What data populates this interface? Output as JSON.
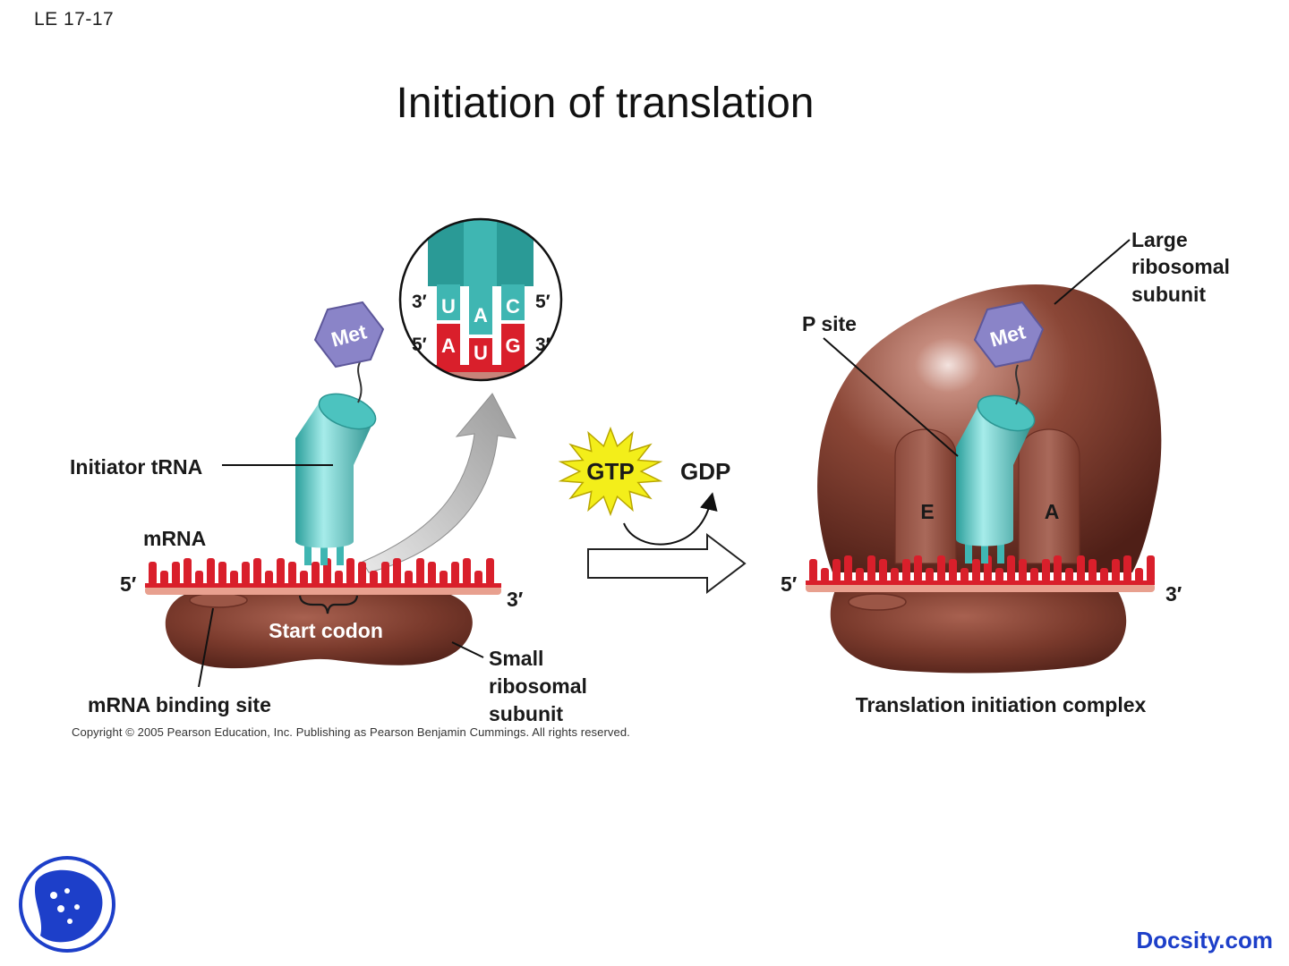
{
  "slide": {
    "id": "LE 17-17",
    "title": "Initiation of translation",
    "copyright": "Copyright © 2005 Pearson Education, Inc. Publishing as Pearson Benjamin Cummings. All rights reserved.",
    "brand": "Docsity.com"
  },
  "left_panel": {
    "met_label": "Met",
    "initiator_trna_label": "Initiator tRNA",
    "mrna_label": "mRNA",
    "five_prime": "5′",
    "three_prime": "3′",
    "start_codon_label": "Start codon",
    "mrna_binding_site_label": "mRNA binding site",
    "small_subunit_label": [
      "Small",
      "ribosomal",
      "subunit"
    ]
  },
  "inset": {
    "anticodon": [
      "U",
      "A",
      "C"
    ],
    "codon": [
      "A",
      "U",
      "G"
    ],
    "top_left_end": "3′",
    "top_right_end": "5′",
    "bottom_left_end": "5′",
    "bottom_right_end": "3′"
  },
  "middle": {
    "gtp_label": "GTP",
    "gdp_label": "GDP"
  },
  "right_panel": {
    "met_label": "Met",
    "p_site_label": "P site",
    "large_subunit_label": [
      "Large",
      "ribosomal",
      "subunit"
    ],
    "e_site_label": "E",
    "a_site_label": "A",
    "five_prime": "5′",
    "three_prime": "3′",
    "complex_label": "Translation initiation complex"
  },
  "colors": {
    "ribosome": "#7a3a2c",
    "trna": "#3fb6b2",
    "mrna": "#d91f2b",
    "met": "#8a84c8",
    "gtp_star": "#f3ee1a",
    "brand": "#1d3fc9"
  }
}
